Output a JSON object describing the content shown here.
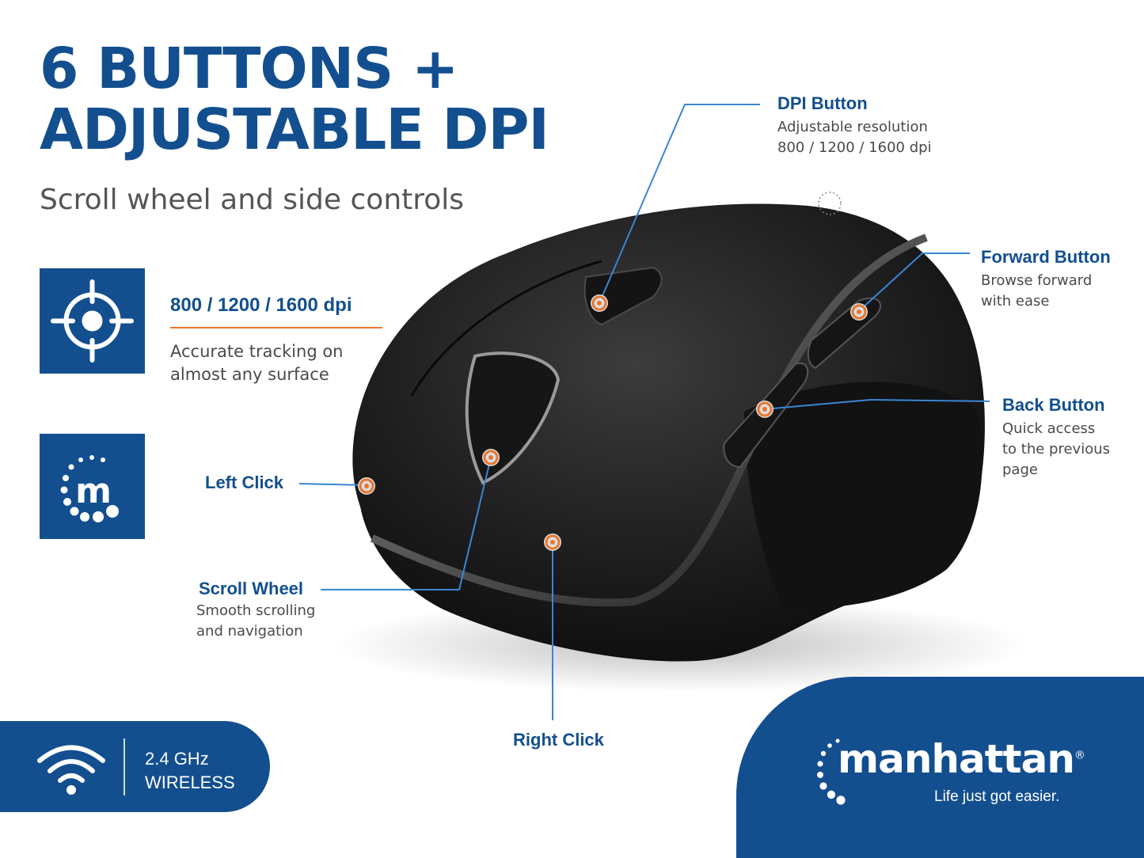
{
  "headline": {
    "line1": "6 BUTTONS +",
    "line2": "ADJUSTABLE DPI"
  },
  "subtitle": "Scroll wheel and side controls",
  "features": {
    "dpi": {
      "icon": "crosshair-icon",
      "title": "800 / 1200 / 1600 dpi",
      "desc_line1": "Accurate tracking on",
      "desc_line2": "almost any surface"
    },
    "logo": {
      "icon": "manhattan-logo-icon"
    }
  },
  "callouts": {
    "dpi_button": {
      "title": "DPI Button",
      "desc_line1": "Adjustable resolution",
      "desc_line2": "800 / 1200 / 1600 dpi"
    },
    "forward_button": {
      "title": "Forward Button",
      "desc_line1": "Browse forward",
      "desc_line2": "with ease"
    },
    "back_button": {
      "title": "Back Button",
      "desc_line1": "Quick access",
      "desc_line2": "to the previous",
      "desc_line3": "page"
    },
    "left_click": {
      "title": "Left Click"
    },
    "scroll_wheel": {
      "title": "Scroll Wheel",
      "desc_line1": "Smooth scrolling",
      "desc_line2": "and navigation"
    },
    "right_click": {
      "title": "Right Click"
    }
  },
  "wireless": {
    "line1": "2.4 GHz",
    "line2": "WIRELESS",
    "icon": "wifi-icon"
  },
  "brand": {
    "name": "manhattan",
    "tagline": "Life just got easier.",
    "trademark": "®"
  },
  "colors": {
    "brand_blue": "#134f8f",
    "accent_orange": "#e8772e",
    "callout_line": "#3a86d4"
  }
}
